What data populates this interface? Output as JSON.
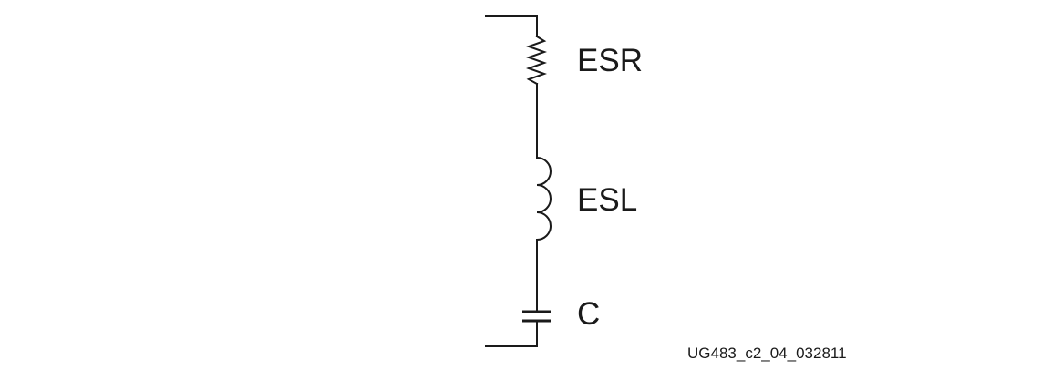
{
  "diagram": {
    "components": [
      {
        "type": "resistor",
        "label": "ESR"
      },
      {
        "type": "inductor",
        "label": "ESL"
      },
      {
        "type": "capacitor",
        "label": "C"
      }
    ],
    "figure_id": "UG483_c2_04_032811"
  }
}
